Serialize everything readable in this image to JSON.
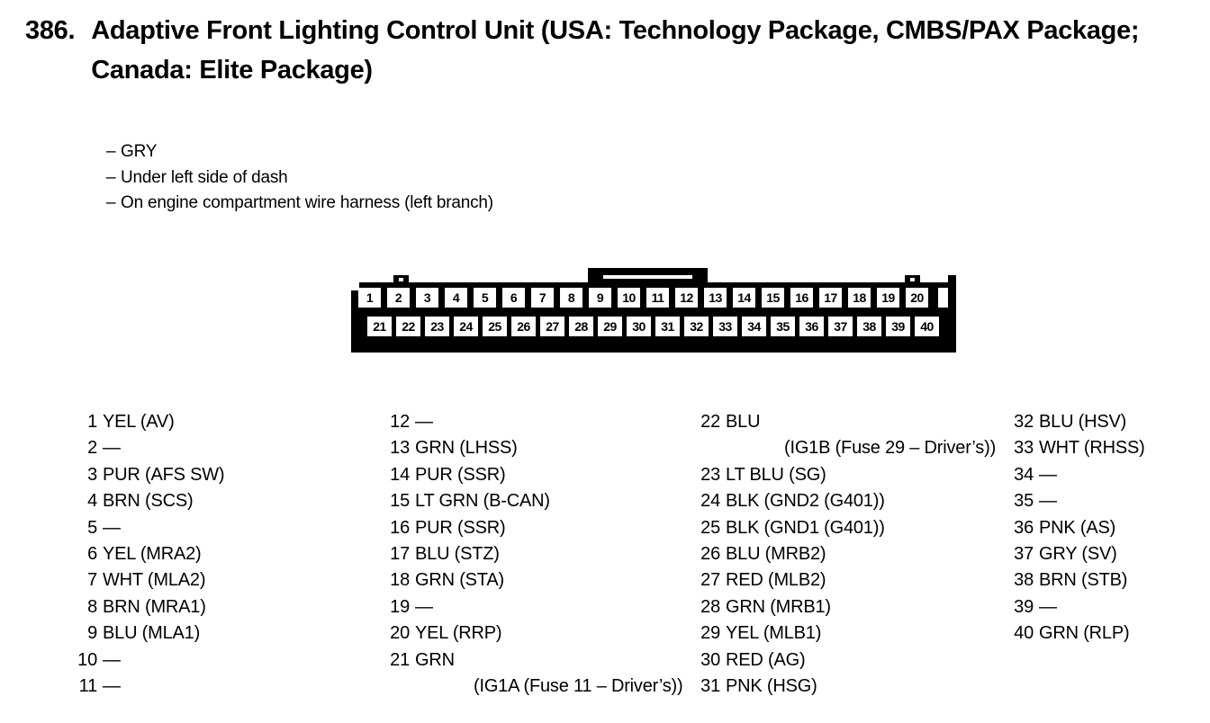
{
  "header": {
    "item_number": "386.",
    "title": "Adaptive Front Lighting Control Unit (USA: Technology Package, CMBS/PAX Package; Canada: Elite Package)"
  },
  "notes": {
    "dash": "–",
    "items": [
      "GRY",
      "Under left side of dash",
      "On engine compartment wire harness (left branch)"
    ]
  },
  "connector": {
    "top_row_pins": [
      "1",
      "2",
      "3",
      "4",
      "5",
      "6",
      "7",
      "8",
      "9",
      "10",
      "11",
      "12",
      "13",
      "14",
      "15",
      "16",
      "17",
      "18",
      "19",
      "20"
    ],
    "bottom_row_pins": [
      "21",
      "22",
      "23",
      "24",
      "25",
      "26",
      "27",
      "28",
      "29",
      "30",
      "31",
      "32",
      "33",
      "34",
      "35",
      "36",
      "37",
      "38",
      "39",
      "40"
    ]
  },
  "pin_list": {
    "columns": [
      [
        {
          "num": "1",
          "label": "YEL (AV)"
        },
        {
          "num": "2",
          "label": "—"
        },
        {
          "num": "3",
          "label": "PUR (AFS SW)"
        },
        {
          "num": "4",
          "label": "BRN (SCS)"
        },
        {
          "num": "5",
          "label": "—"
        },
        {
          "num": "6",
          "label": "YEL (MRA2)"
        },
        {
          "num": "7",
          "label": "WHT (MLA2)"
        },
        {
          "num": "8",
          "label": "BRN (MRA1)"
        },
        {
          "num": "9",
          "label": "BLU (MLA1)"
        },
        {
          "num": "10",
          "label": "—"
        },
        {
          "num": "11",
          "label": "—"
        }
      ],
      [
        {
          "num": "12",
          "label": "—"
        },
        {
          "num": "13",
          "label": "GRN (LHSS)"
        },
        {
          "num": "14",
          "label": "PUR (SSR)"
        },
        {
          "num": "15",
          "label": "LT GRN (B-CAN)"
        },
        {
          "num": "16",
          "label": "PUR (SSR)"
        },
        {
          "num": "17",
          "label": "BLU (STZ)"
        },
        {
          "num": "18",
          "label": "GRN (STA)"
        },
        {
          "num": "19",
          "label": "—"
        },
        {
          "num": "20",
          "label": "YEL (RRP)"
        },
        {
          "num": "21",
          "label": "GRN",
          "cont": "(IG1A (Fuse 11 – Driver’s))"
        }
      ],
      [
        {
          "num": "22",
          "label": "BLU",
          "cont": "(IG1B (Fuse 29 – Driver’s))"
        },
        {
          "num": "23",
          "label": "LT BLU (SG)"
        },
        {
          "num": "24",
          "label": "BLK (GND2 (G401))"
        },
        {
          "num": "25",
          "label": "BLK (GND1 (G401))"
        },
        {
          "num": "26",
          "label": "BLU (MRB2)"
        },
        {
          "num": "27",
          "label": "RED (MLB2)"
        },
        {
          "num": "28",
          "label": "GRN (MRB1)"
        },
        {
          "num": "29",
          "label": "YEL (MLB1)"
        },
        {
          "num": "30",
          "label": "RED (AG)"
        },
        {
          "num": "31",
          "label": "PNK (HSG)"
        }
      ],
      [
        {
          "num": "32",
          "label": "BLU (HSV)"
        },
        {
          "num": "33",
          "label": "WHT (RHSS)"
        },
        {
          "num": "34",
          "label": "—"
        },
        {
          "num": "35",
          "label": "—"
        },
        {
          "num": "36",
          "label": "PNK (AS)"
        },
        {
          "num": "37",
          "label": "GRY (SV)"
        },
        {
          "num": "38",
          "label": "BRN (STB)"
        },
        {
          "num": "39",
          "label": "—"
        },
        {
          "num": "40",
          "label": "GRN (RLP)"
        }
      ]
    ]
  },
  "colors": {
    "ink": "#000000",
    "paper": "#ffffff"
  }
}
